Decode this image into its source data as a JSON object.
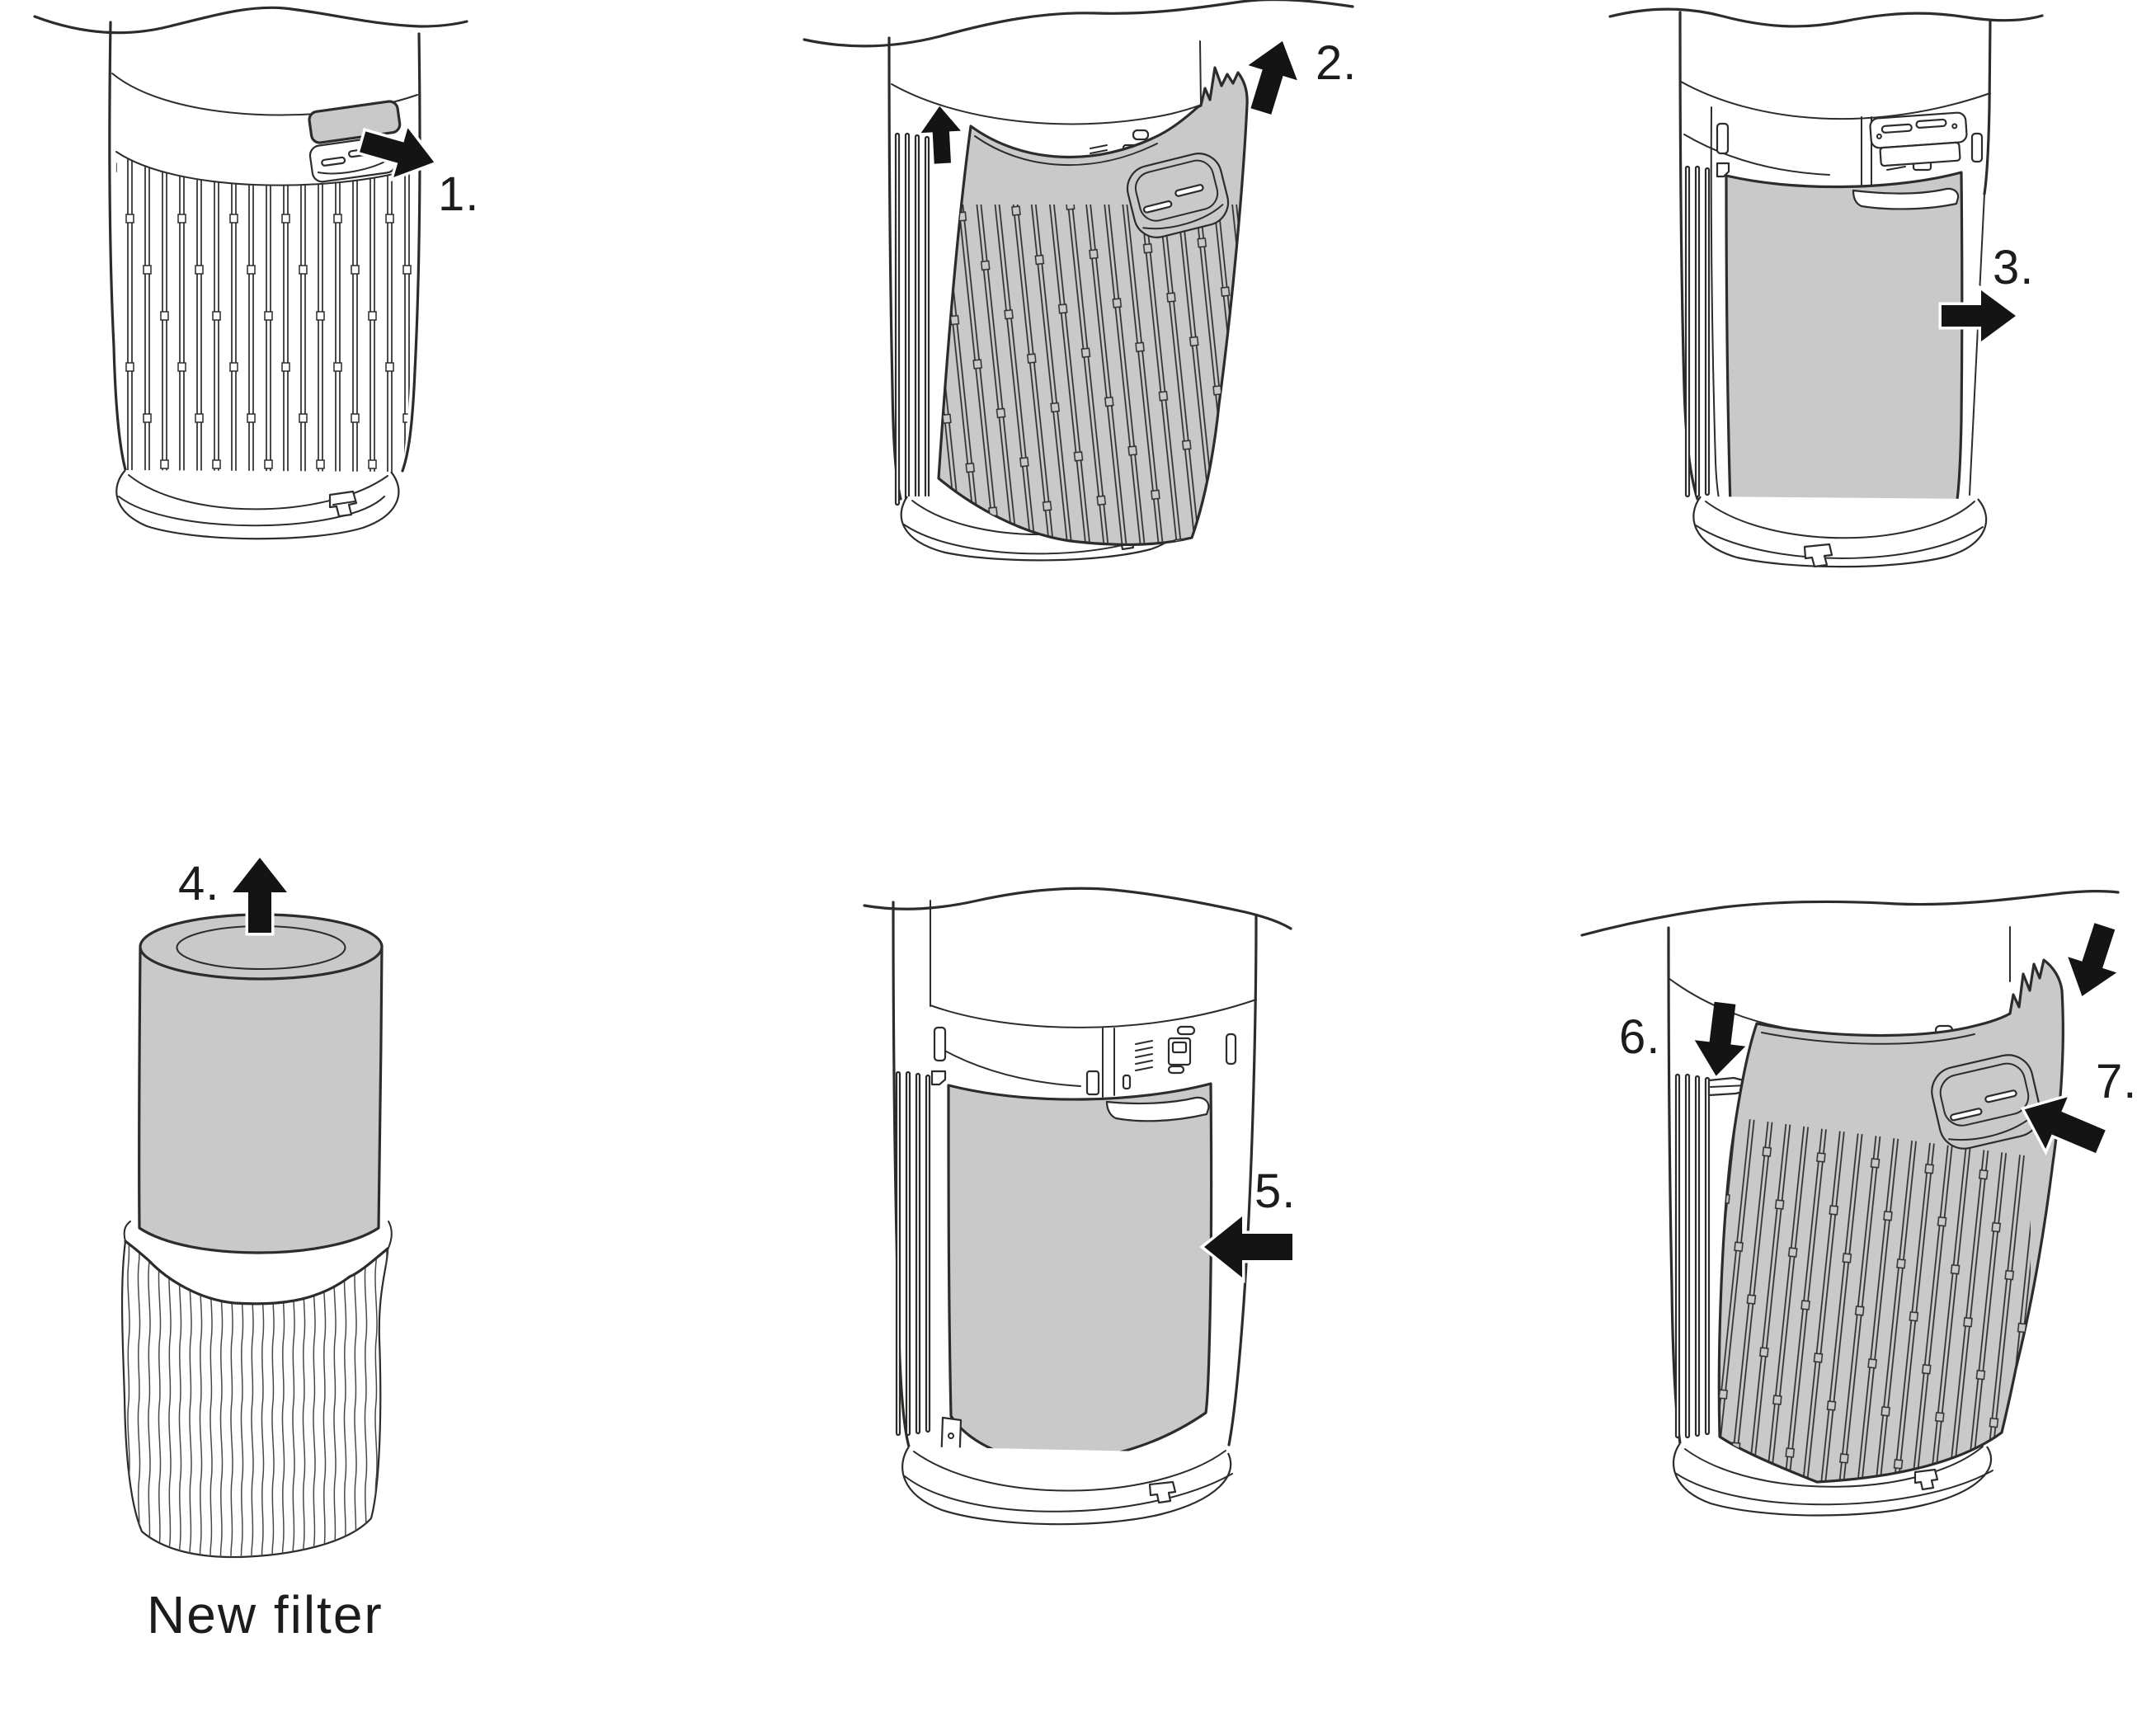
{
  "diagram": {
    "subject": "air-purifier-filter-replacement",
    "caption": "New filter",
    "steps": [
      {
        "id": 1,
        "label": "1.",
        "arrow_direction": "right"
      },
      {
        "id": 2,
        "label": "2.",
        "arrow_direction": "up"
      },
      {
        "id": 3,
        "label": "3.",
        "arrow_direction": "right"
      },
      {
        "id": 4,
        "label": "4.",
        "arrow_direction": "up"
      },
      {
        "id": 5,
        "label": "5.",
        "arrow_direction": "left"
      },
      {
        "id": 6,
        "label": "6.",
        "arrow_direction": "down"
      },
      {
        "id": 7,
        "label": "7.",
        "arrow_direction": "left"
      }
    ]
  },
  "colors": {
    "background": "#ffffff",
    "line": "#2e2c2a",
    "part_gray": "#c9c9c9",
    "arrow_black": "#141414",
    "text": "#1d1c1a"
  }
}
